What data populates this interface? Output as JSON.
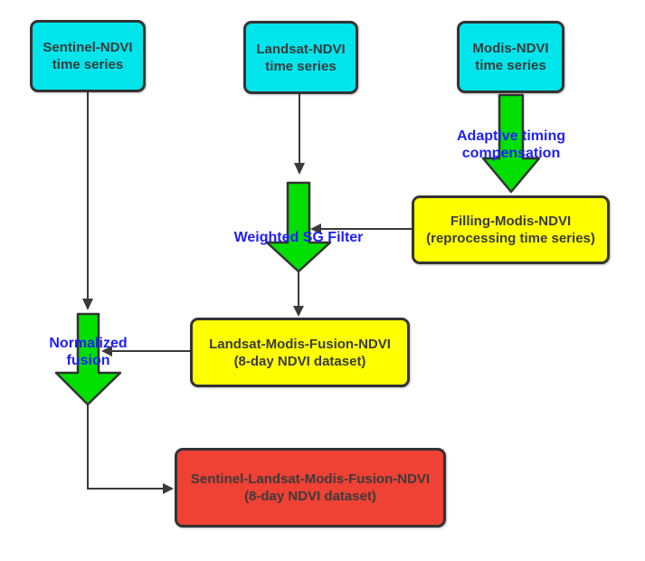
{
  "diagram": {
    "nodes": {
      "sentinel": {
        "line1": "Sentinel-NDVI",
        "line2": "time series"
      },
      "landsat": {
        "line1": "Landsat-NDVI",
        "line2": "time series"
      },
      "modis": {
        "line1": "Modis-NDVI",
        "line2": "time series"
      },
      "filling": {
        "line1": "Filling-Modis-NDVI",
        "line2": "(reprocessing time series)"
      },
      "landsat_modis_fusion": {
        "line1": "Landsat-Modis-Fusion-NDVI",
        "line2": "(8-day NDVI dataset)"
      },
      "final_fusion": {
        "line1": "Sentinel-Landsat-Modis-Fusion-NDVI",
        "line2": "(8-day NDVI dataset)"
      }
    },
    "edge_labels": {
      "adaptive": {
        "line1": "Adaptive timing",
        "line2": "compensation"
      },
      "sg_filter": {
        "line1": "Weighted SG Filter"
      },
      "normalized": {
        "line1": "Normalized",
        "line2": "fusion"
      }
    },
    "colors": {
      "node_cyan": "#00e5ec",
      "node_yellow": "#ffff00",
      "node_red": "#ef4134",
      "block_arrow_green": "#00df00",
      "edge_label_blue": "#1e1eff",
      "outline_dark": "#333333",
      "text_dark": "#3b3b3b",
      "background": "#ffffff"
    }
  }
}
